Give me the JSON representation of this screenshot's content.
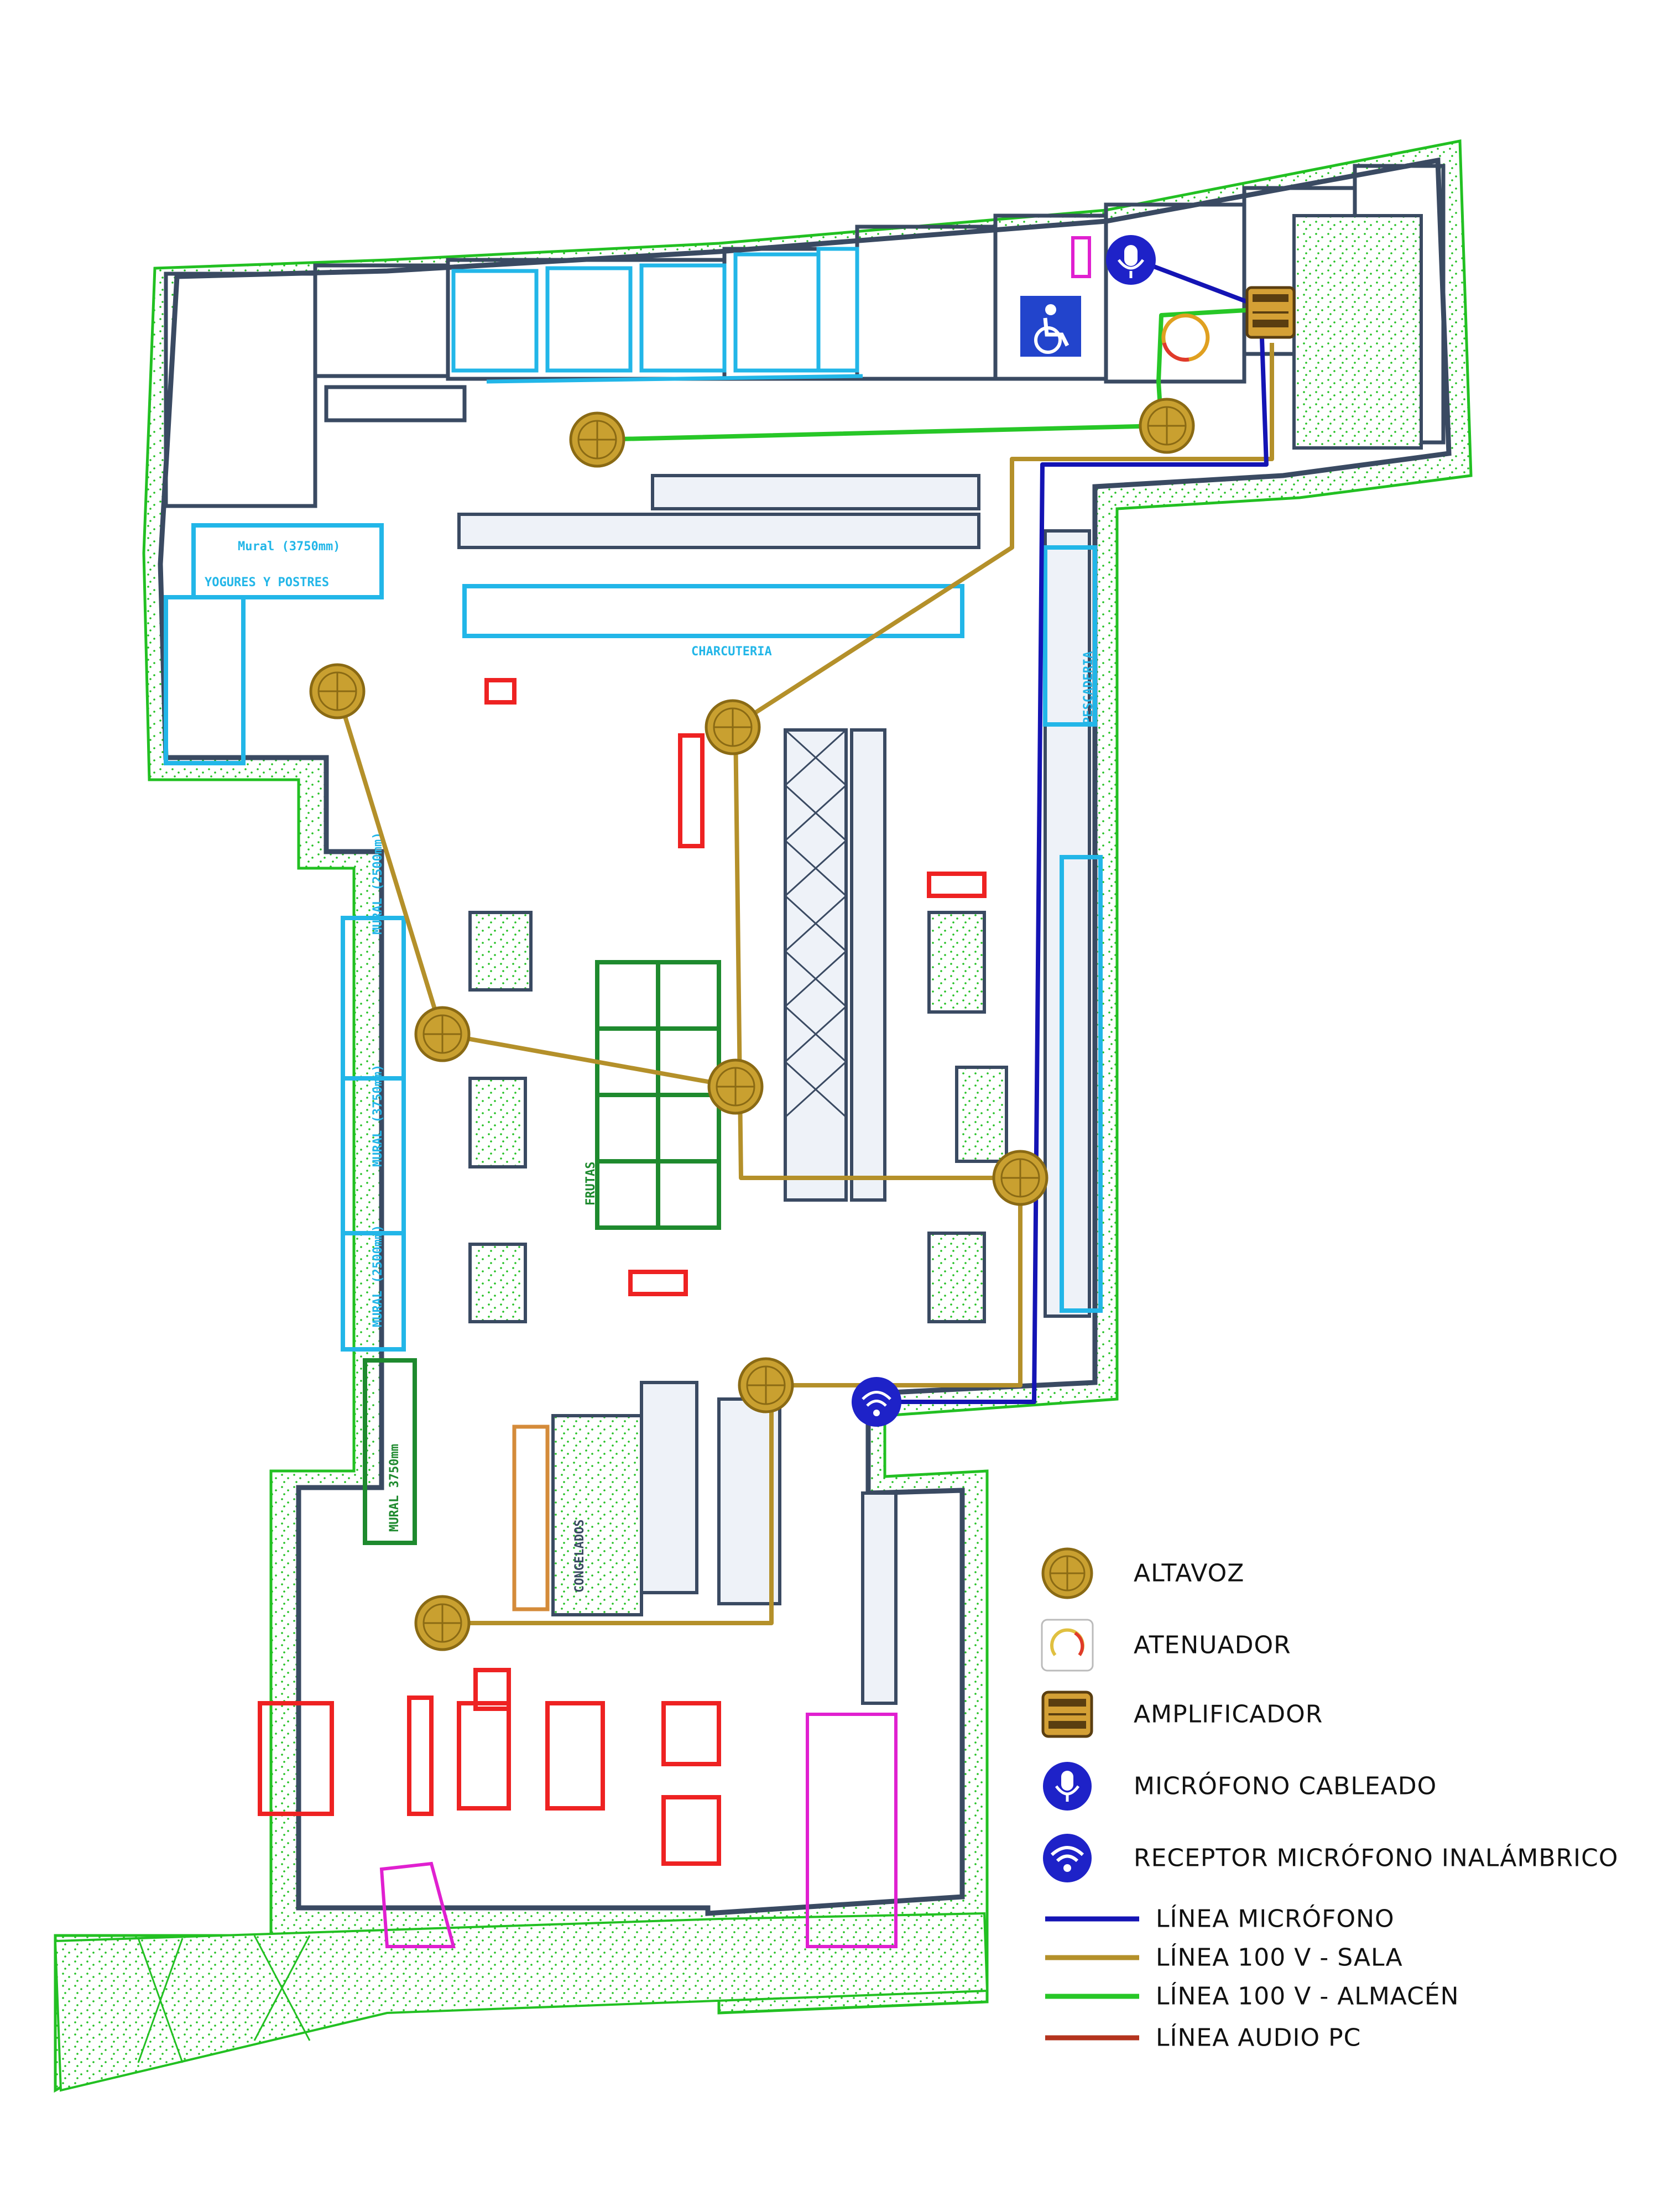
{
  "colors": {
    "wall": "#3a4a62",
    "hatch": "#22c022",
    "linea_microfono": "#1414b4",
    "linea_sala": "#b4902a",
    "linea_almacen": "#27c727",
    "linea_audio_pc": "#b4341e",
    "speaker_fill": "#c9a030",
    "speaker_stroke": "#8a6a14",
    "fixture_cyan": "#22b6e8",
    "fixture_red": "#ee2222",
    "fixture_dark_green": "#1e8a2e",
    "fixture_magenta": "#e020d0"
  },
  "plan": {
    "labels": [
      {
        "id": "mural-1",
        "text": "Mural (3750mm)"
      },
      {
        "id": "yogures",
        "text": "YOGURES Y POSTRES"
      },
      {
        "id": "mural-2",
        "text": "MURAL (2500mm)"
      },
      {
        "id": "mural-3",
        "text": "MURAL (3750mm)"
      },
      {
        "id": "mural-4",
        "text": "MURAL (2500mm)"
      },
      {
        "id": "mural-5",
        "text": "MURAL 3750mm"
      },
      {
        "id": "pescaderia",
        "text": "PESCADERIA"
      },
      {
        "id": "charcuteria",
        "text": "CHARCUTERIA"
      },
      {
        "id": "frutas",
        "text": "FRUTAS"
      },
      {
        "id": "congelados",
        "text": "CONGELADOS"
      }
    ]
  },
  "legend": {
    "altavoz": "ALTAVOZ",
    "atenuador": "ATENUADOR",
    "amplificador": "AMPLIFICADOR",
    "microfono_cableado": "MICRÓFONO CABLEADO",
    "receptor": "RECEPTOR MICRÓFONO INALÁMBRICO",
    "linea_microfono": "LÍNEA MICRÓFONO",
    "linea_sala": "LÍNEA 100 V - SALA",
    "linea_almacen": "LÍNEA 100 V - ALMACÉN",
    "linea_audio_pc": "LÍNEA AUDIO PC"
  }
}
